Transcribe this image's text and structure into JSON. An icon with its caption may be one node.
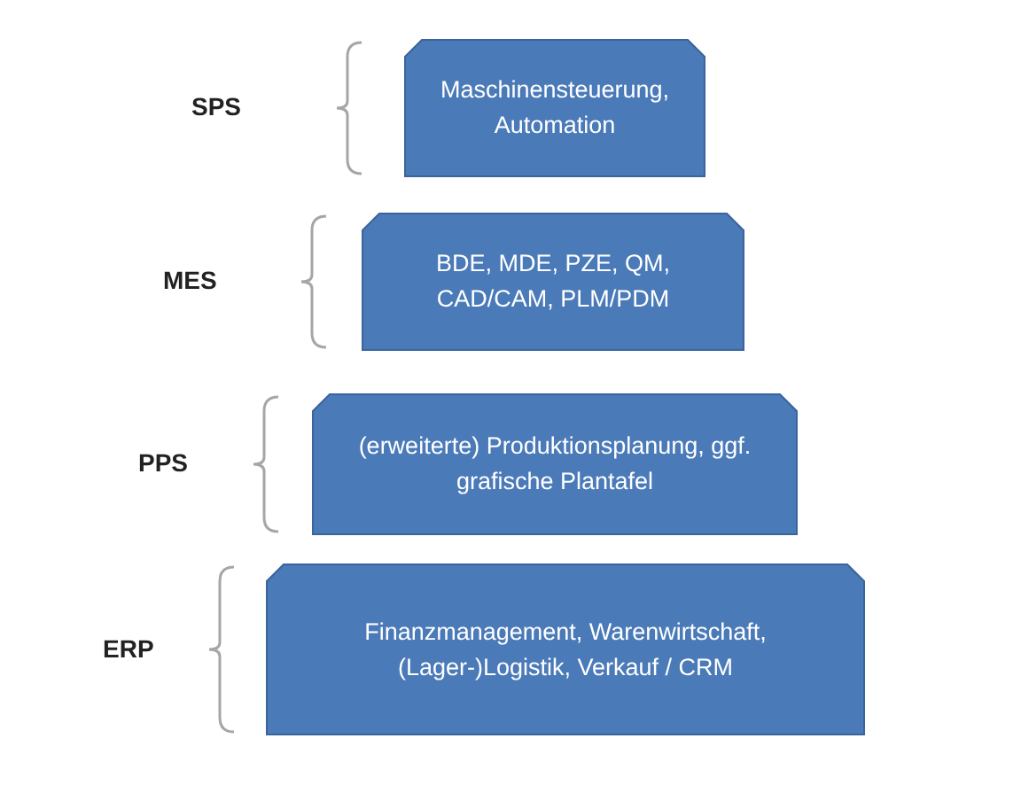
{
  "diagram": {
    "nodes": [
      {
        "text": [
          "Maschinensteuerung, Automation"
        ]
      },
      {
        "text": [
          "BDE, MDE, PZE, QM, CAD/CAM, PLM/PDM"
        ]
      },
      {
        "text": [
          "(erweiterte) Produktionsplanung, ggf. grafische Plantafel"
        ]
      },
      {
        "text": [
          "Finanzmanagement, Warenwirtschaft, (Lager-)Logistik, Verkauf / CRM"
        ]
      }
    ],
    "labels": [
      "SPS",
      "MES",
      "PPS",
      "ERP"
    ]
  }
}
